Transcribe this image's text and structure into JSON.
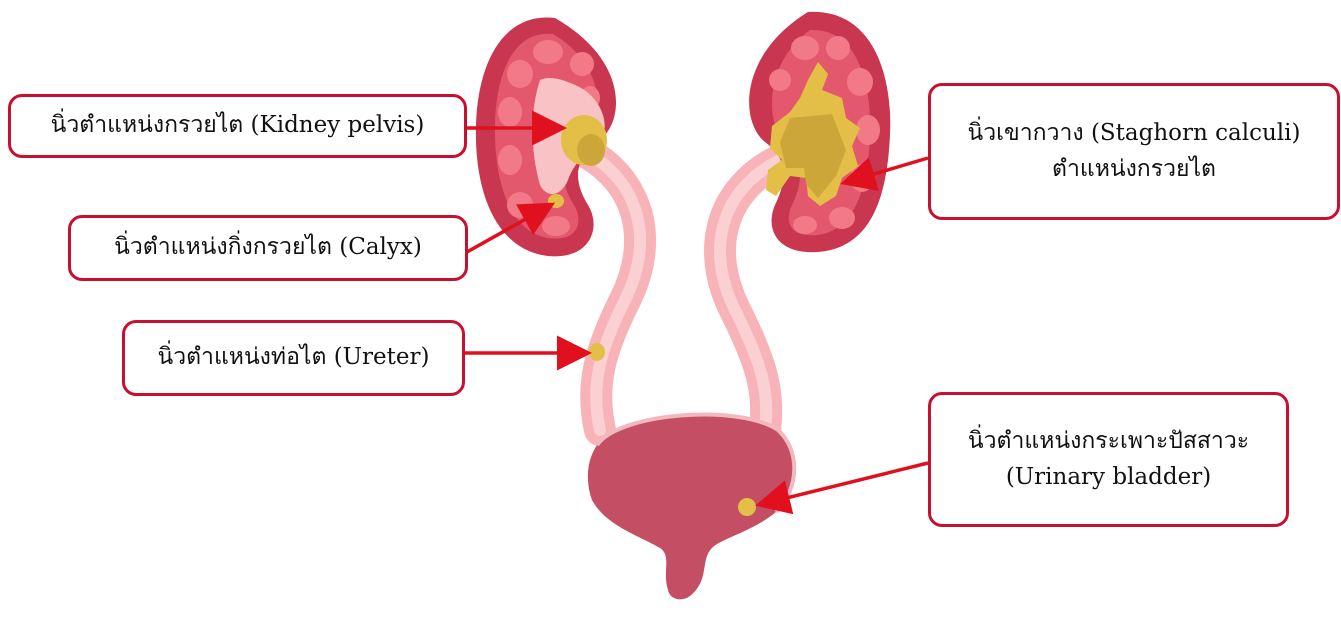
{
  "labels": {
    "kidney_pelvis": {
      "text": "นิ่วตำแหน่งกรวยไต (Kidney pelvis)"
    },
    "calyx": {
      "text": "นิ่วตำแหน่งกิ่งกรวยไต (Calyx)"
    },
    "ureter": {
      "text": "นิ่วตำแหน่งท่อไต (Ureter)"
    },
    "staghorn": {
      "line1": "นิ่วเขากวาง (Staghorn calculi)",
      "line2": "ตำแหน่งกรวยไต"
    },
    "bladder": {
      "line1": "นิ่วตำแหน่งกระเพาะปัสสาวะ",
      "line2": "(Urinary bladder)"
    }
  },
  "colors": {
    "kidney_outer": "#c9364f",
    "kidney_inner": "#f27a86",
    "pelvis": "#f9c3c6",
    "ureter": "#f8b3b8",
    "bladder": "#c44f64",
    "stone": "#e3bf47",
    "stone_dark": "#cda63a",
    "arrow": "#e0101f",
    "box_border": "#c8102e"
  }
}
